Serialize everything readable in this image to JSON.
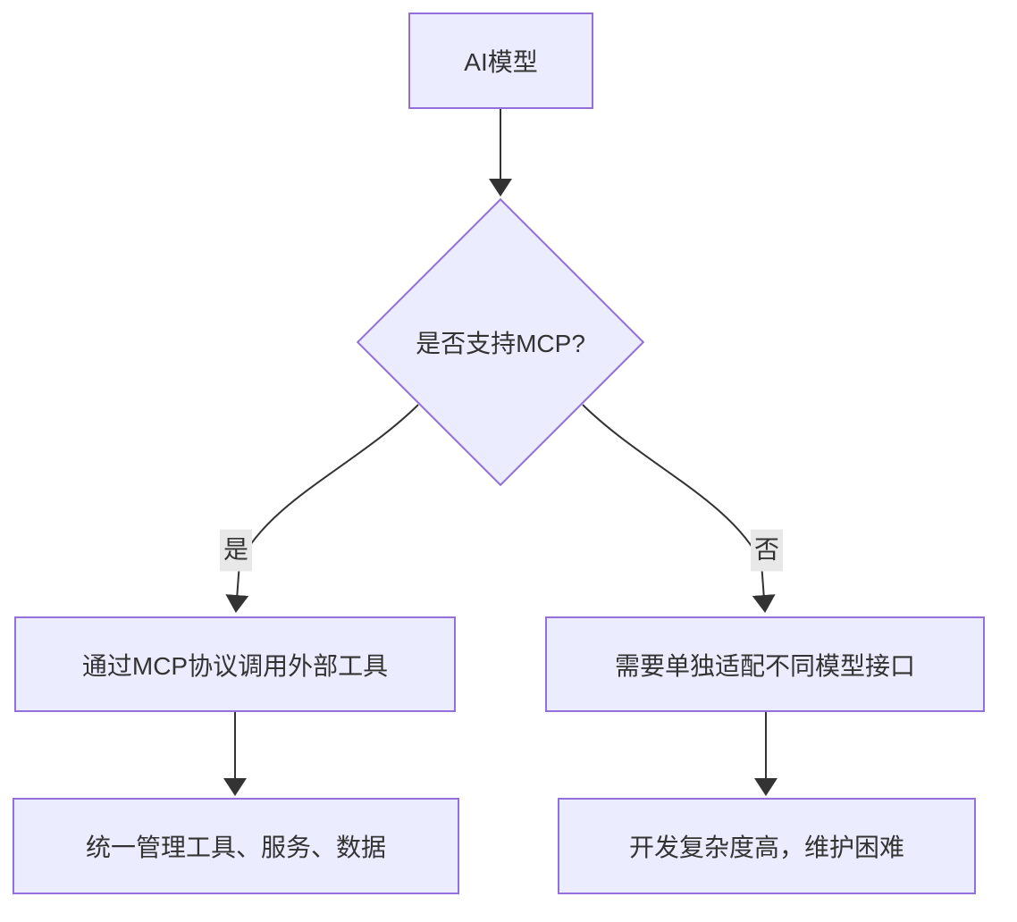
{
  "diagram": {
    "type": "flowchart",
    "direction": "top-down",
    "nodes": {
      "model": {
        "label": "AI模型",
        "shape": "rect"
      },
      "decision": {
        "label": "是否支持MCP?",
        "shape": "diamond"
      },
      "mcp_yes": {
        "label": "通过MCP协议调用外部工具",
        "shape": "rect"
      },
      "mcp_no": {
        "label": "需要单独适配不同模型接口",
        "shape": "rect"
      },
      "yes_result": {
        "label": "统一管理工具、服务、数据",
        "shape": "rect"
      },
      "no_result": {
        "label": "开发复杂度高，维护困难",
        "shape": "rect"
      }
    },
    "edges": [
      {
        "from": "model",
        "to": "decision",
        "label": ""
      },
      {
        "from": "decision",
        "to": "mcp_yes",
        "label": "是"
      },
      {
        "from": "decision",
        "to": "mcp_no",
        "label": "否"
      },
      {
        "from": "mcp_yes",
        "to": "yes_result",
        "label": ""
      },
      {
        "from": "mcp_no",
        "to": "no_result",
        "label": ""
      }
    ],
    "colors": {
      "node_fill": "#ECECFF",
      "node_border": "#9370DB",
      "edge_stroke": "#333333",
      "text": "#333333",
      "edge_label_bg": "#e8e8e8",
      "background": "#ffffff"
    }
  }
}
